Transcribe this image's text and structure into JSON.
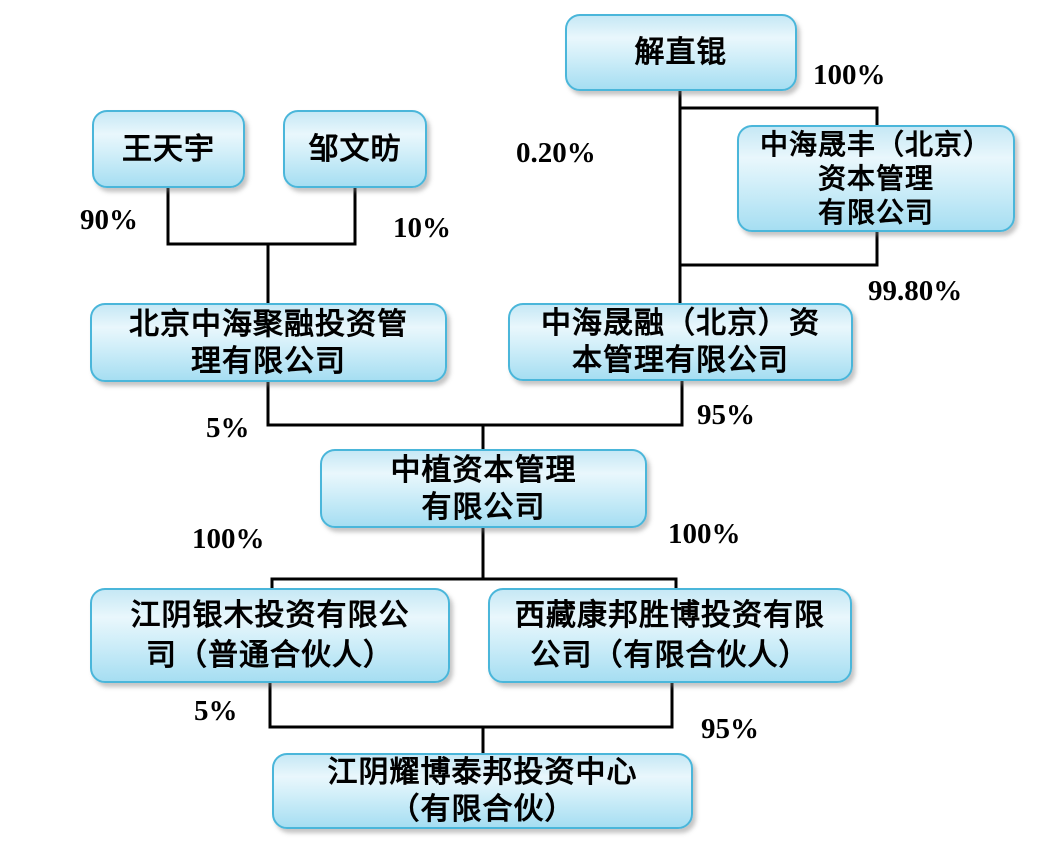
{
  "diagram": {
    "type": "ownership-structure-chart",
    "background": "#ffffff",
    "colors": {
      "box_border": "#4ab6da",
      "box_fill_top": "#c6e8f5",
      "box_fill_bottom": "#a6def2",
      "connector_line": "#000000",
      "text": "#000000"
    },
    "nodes": {
      "jiezhikun": {
        "line1": "解直锟"
      },
      "wangtianyu": {
        "line1": "王天宇"
      },
      "zouwenfang": {
        "line1": "邹文昉"
      },
      "zhonghai_shengfeng": {
        "line1": "中海晟丰（北京）",
        "line2": "资本管理",
        "line3": "有限公司"
      },
      "beijing_jurong": {
        "line1": "北京中海聚融投资管",
        "line2": "理有限公司"
      },
      "zhonghai_shengrong": {
        "line1": "中海晟融（北京）资",
        "line2": "本管理有限公司"
      },
      "zhongzhi": {
        "line1": "中植资本管理",
        "line2": "有限公司"
      },
      "jiangyin_yinmu": {
        "line1": "江阴银木投资有限公",
        "line2": "司（普通合伙人）"
      },
      "xizang_kangbang": {
        "line1": "西藏康邦胜博投资有限",
        "line2": "公司（有限合伙人）"
      },
      "jiangyin_yaobo": {
        "line1": "江阴耀博泰邦投资中心",
        "line2": "（有限合伙）"
      }
    },
    "percents": {
      "jiezhikun_to_shengfeng": "100%",
      "jiezhikun_to_shengrong": "0.20%",
      "shengfeng_to_shengrong": "99.80%",
      "wangtianyu_to_jurong": "90%",
      "zouwenfang_to_jurong": "10%",
      "jurong_to_zhongzhi": "5%",
      "shengrong_to_zhongzhi": "95%",
      "zhongzhi_to_yinmu": "100%",
      "zhongzhi_to_kangbang": "100%",
      "yinmu_to_yaobo": "5%",
      "kangbang_to_yaobo": "95%"
    },
    "edges": [
      {
        "from": "解直锟",
        "to": "中海晟丰（北京）资本管理有限公司",
        "label": "100%"
      },
      {
        "from": "解直锟",
        "to": "中海晟融（北京）资本管理有限公司",
        "label": "0.20%"
      },
      {
        "from": "中海晟丰（北京）资本管理有限公司",
        "to": "中海晟融（北京）资本管理有限公司",
        "label": "99.80%"
      },
      {
        "from": "王天宇",
        "to": "北京中海聚融投资管理有限公司",
        "label": "90%"
      },
      {
        "from": "邹文昉",
        "to": "北京中海聚融投资管理有限公司",
        "label": "10%"
      },
      {
        "from": "北京中海聚融投资管理有限公司",
        "to": "中植资本管理有限公司",
        "label": "5%"
      },
      {
        "from": "中海晟融（北京）资本管理有限公司",
        "to": "中植资本管理有限公司",
        "label": "95%"
      },
      {
        "from": "中植资本管理有限公司",
        "to": "江阴银木投资有限公司（普通合伙人）",
        "label": "100%"
      },
      {
        "from": "中植资本管理有限公司",
        "to": "西藏康邦胜博投资有限公司（有限合伙人）",
        "label": "100%"
      },
      {
        "from": "江阴银木投资有限公司（普通合伙人）",
        "to": "江阴耀博泰邦投资中心（有限合伙）",
        "label": "5%"
      },
      {
        "from": "西藏康邦胜博投资有限公司（有限合伙人）",
        "to": "江阴耀博泰邦投资中心（有限合伙）",
        "label": "95%"
      }
    ]
  }
}
